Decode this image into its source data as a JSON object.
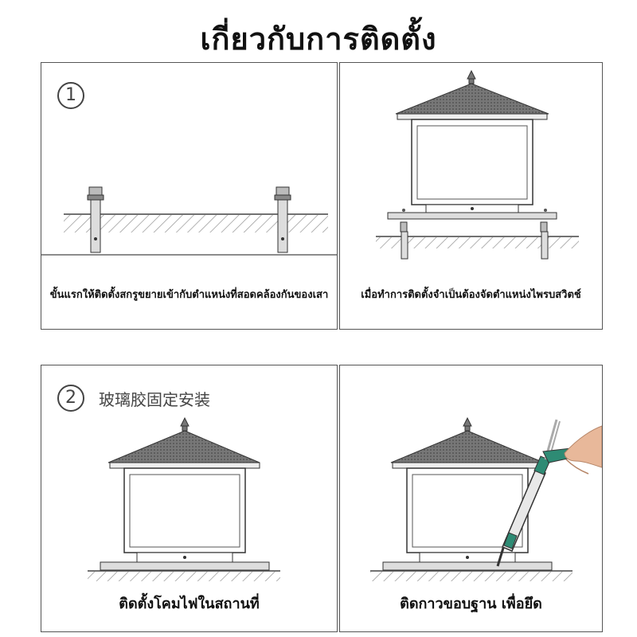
{
  "title": "เกี่ยวกับการติดตั้ง",
  "panels": [
    {
      "step": "1",
      "caption": "ขั้นแรกให้ติดตั้งสกรูขยายเข้ากับตำแหน่งที่สอดคล้องกันของเสา"
    },
    {
      "caption": "เมื่อทำการติดตั้งจำเป็นต้องจัดตำแหน่งไพรบสวิตช์"
    },
    {
      "step": "2",
      "step_text": "玻璃胶固定安装",
      "caption": "ติดตั้งโคมไฟในสถานที่"
    },
    {
      "caption": "ติดกาวขอบฐาน เพื่อยึด"
    }
  ]
}
